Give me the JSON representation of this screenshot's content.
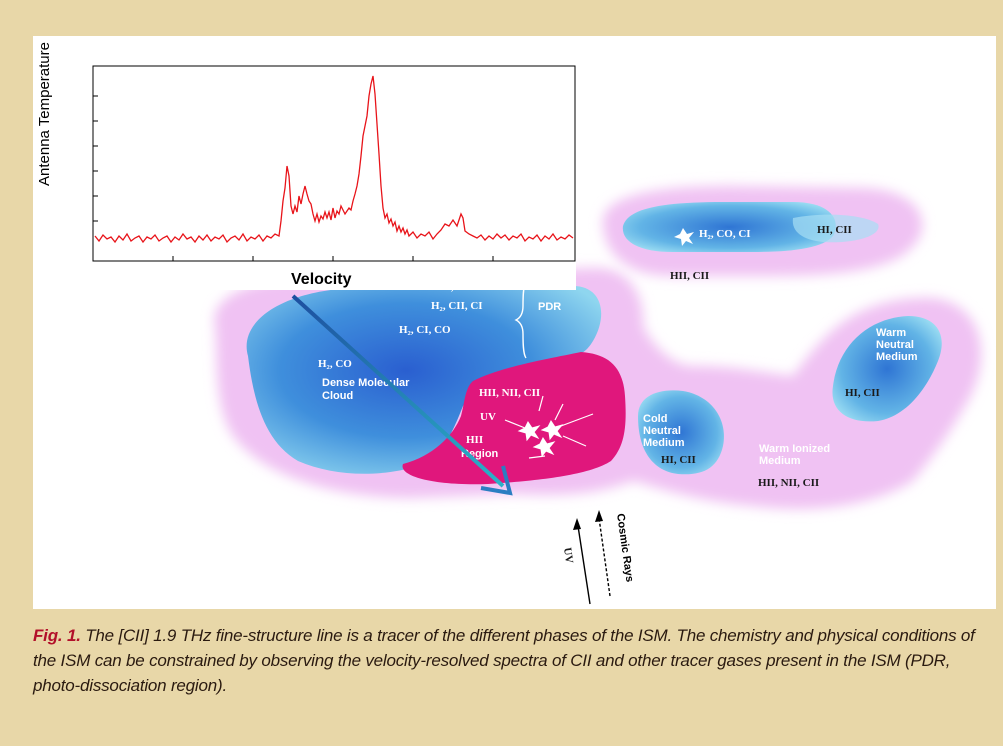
{
  "spectrum": {
    "ylabel": "Antenna Temperature",
    "xlabel": "Velocity"
  },
  "labels": {
    "pdr_top_partial": "HI, CII",
    "pdr_line1": "H₂, CII, CI",
    "pdr_line2": "H₂, CI, CO",
    "pdr_tag": "PDR",
    "dense_species": "H₂, CO",
    "dense_name_1": "Dense Molecular",
    "dense_name_2": "Cloud",
    "hii_species": "HII, NII, CII",
    "hii_uv": "UV",
    "hii_name_1": "HII",
    "hii_name_2": "Region",
    "top_cloud_species": "H₂, CO, CI",
    "top_cloud_hi": "HI, CII",
    "top_cloud_hii": "HII, CII",
    "warm_neutral_1": "Warm",
    "warm_neutral_2": "Neutral",
    "warm_neutral_3": "Medium",
    "warm_neutral_species": "HI, CII",
    "cold_neutral_1": "Cold",
    "cold_neutral_2": "Neutral",
    "cold_neutral_3": "Medium",
    "cold_neutral_species": "HI, CII",
    "warm_ionized_1": "Warm Ionized",
    "warm_ionized_2": "Medium",
    "warm_ionized_species": "HII, NII, CII",
    "cosmic_rays": "Cosmic Rays",
    "uv_arrow": "UV"
  },
  "caption": {
    "fig": "Fig. 1.",
    "text": " The [CII] 1.9 THz fine-structure line is a tracer of the different phases of the ISM. The chemistry and physical conditions of the ISM can be constrained by observing the velocity-resolved spectra of CII and other tracer gases present in the ISM (PDR, photo-dissociation region)."
  },
  "colors": {
    "background": "#e8d7a8",
    "panel": "#ffffff",
    "halo": "#f0bff2",
    "cloud_blue": "#3b8ad8",
    "cloud_light": "#7fc6ec",
    "hii_magenta": "#e0187c",
    "spectrum_line": "#e8141a",
    "caption_fig": "#b2102a"
  }
}
